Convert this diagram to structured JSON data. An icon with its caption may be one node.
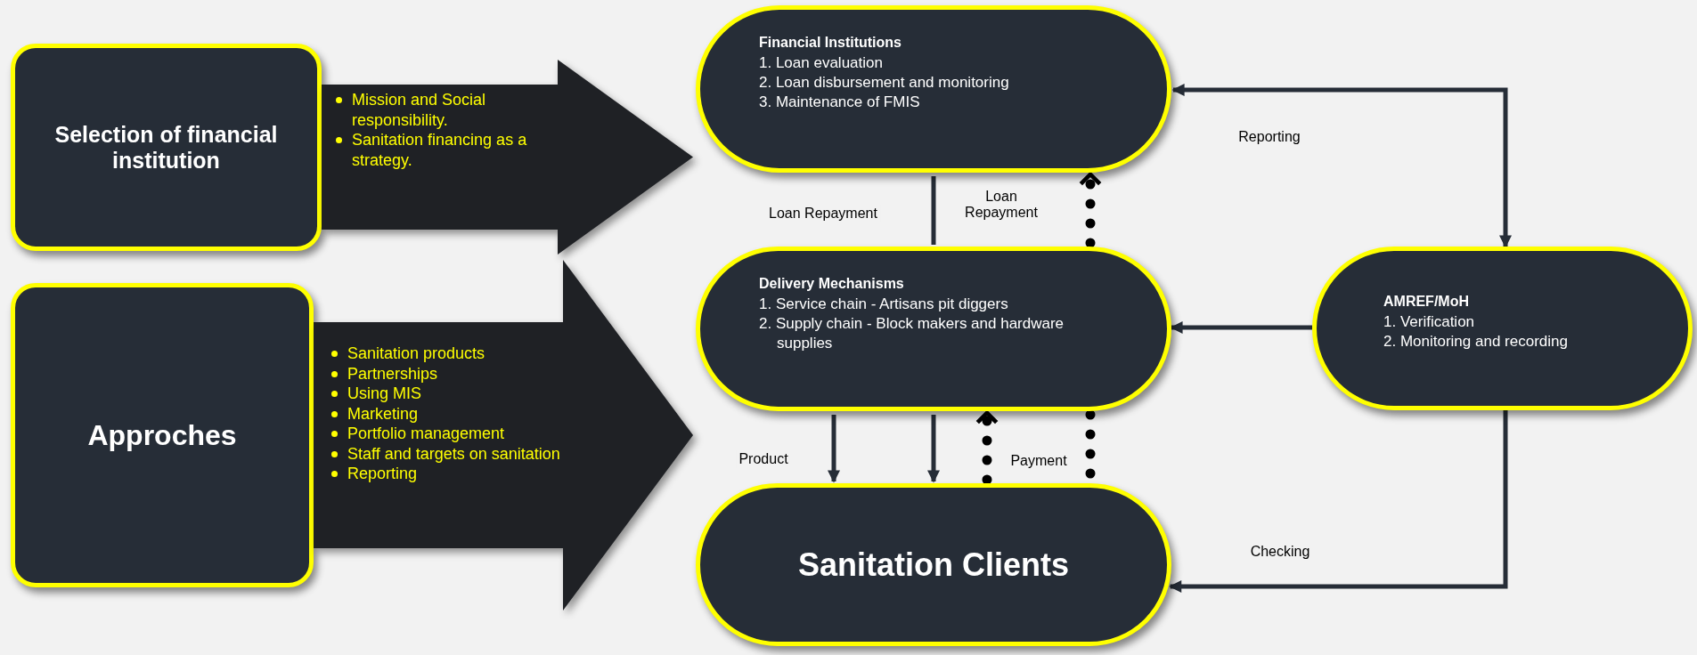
{
  "diagram": {
    "nodes": [
      {
        "text": [
          "Selection of financial institution"
        ]
      },
      {
        "text": [
          "Mission and Social responsibility.",
          "Sanitation financing as a strategy."
        ]
      },
      {
        "text": [
          "Approches"
        ]
      },
      {
        "text": [
          "Sanitation products",
          "Partnerships",
          "Using MIS",
          "Marketing",
          "Portfolio management",
          "Staff and targets on sanitation",
          "Reporting"
        ]
      },
      {
        "text": [
          "Financial Institutions",
          "1. Loan evaluation",
          "2. Loan disbursement and monitoring",
          "3. Maintenance of FMIS"
        ]
      },
      {
        "text": [
          "Delivery Mechanisms",
          "1. Service chain - Artisans pit diggers",
          "2. Supply chain - Block makers and hardware supplies"
        ]
      },
      {
        "text": [
          "Sanitation Clients"
        ]
      },
      {
        "text": [
          "AMREF/MoH",
          "1. Verification",
          "2. Monitoring and recording"
        ]
      }
    ],
    "edges": [
      {
        "from": 7,
        "to": 4,
        "arrow": "both",
        "label": "Reporting"
      },
      {
        "from": 7,
        "to": 5,
        "arrow": "to"
      },
      {
        "from": 7,
        "to": 6,
        "arrow": "to",
        "label": "Checking"
      },
      {
        "from": 4,
        "to": 5,
        "arrow": "none",
        "label": "Loan Repayment"
      },
      {
        "from": 5,
        "to": 4,
        "arrow": "to",
        "label": "Loan Repayment",
        "style": "dashed"
      },
      {
        "from": 5,
        "to": 6,
        "arrow": "to",
        "label": "Product"
      },
      {
        "from": 5,
        "to": 6,
        "arrow": "to"
      },
      {
        "from": 6,
        "to": 5,
        "arrow": "to",
        "label": "Payment",
        "style": "dashed"
      },
      {
        "from": 5,
        "to": 6,
        "arrow": "none",
        "style": "dashed"
      }
    ]
  }
}
